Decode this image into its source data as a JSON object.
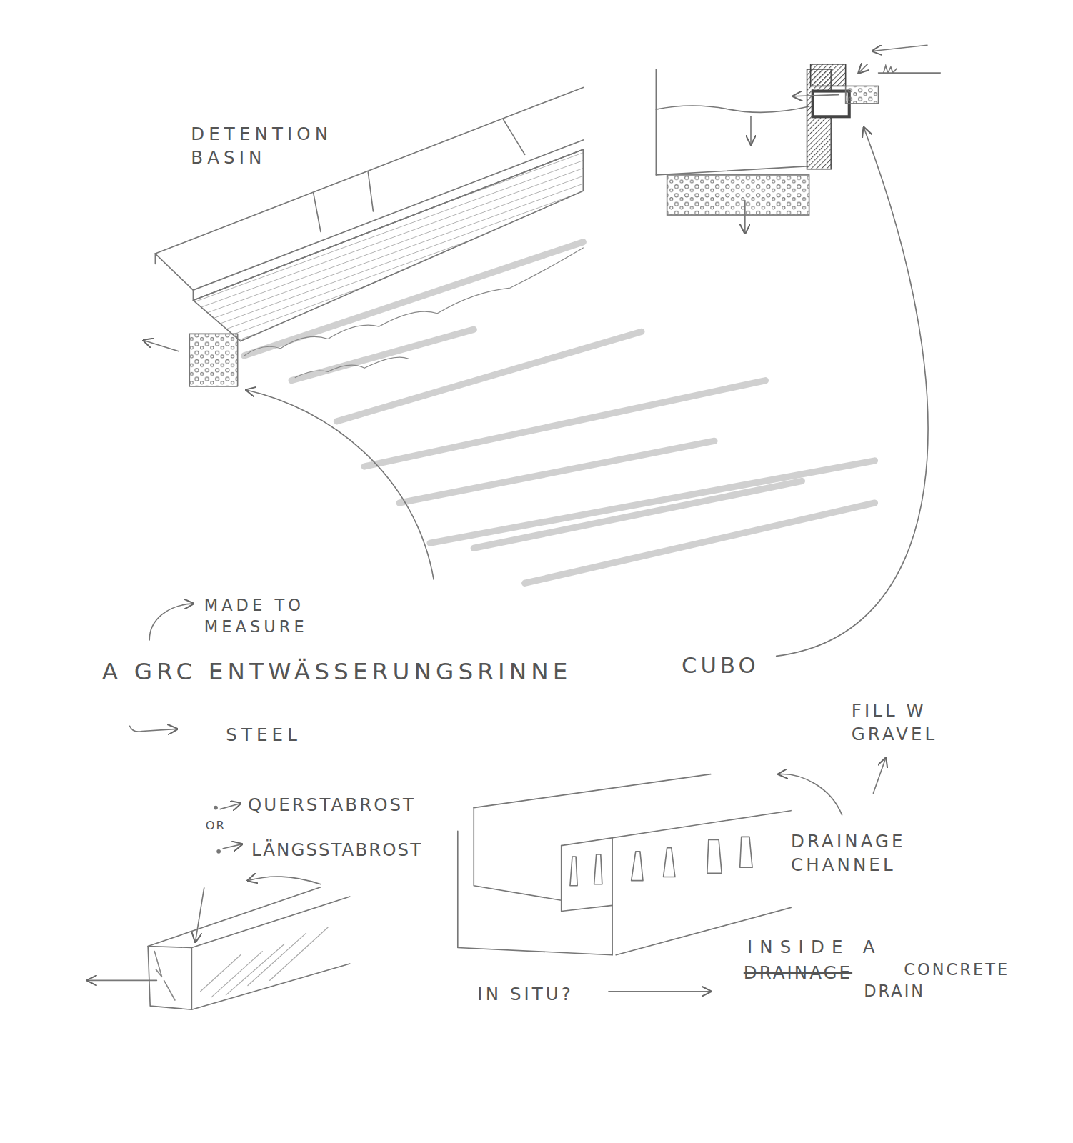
{
  "diagram": {
    "labels": [
      "DETENTION BASIN",
      "MADE TO MEASURE",
      "A GRC ENTWÄSSERUNGSRINNE",
      "CUBO",
      "STEEL",
      "QUERSTABROST",
      "OR",
      "LÄNGSSTABROST",
      "FILL W GRAVEL",
      "DRAINAGE CHANNEL",
      "INSIDE A",
      "DRAINAGE",
      "CONCRETE DRAIN",
      "IN SITU?"
    ]
  }
}
